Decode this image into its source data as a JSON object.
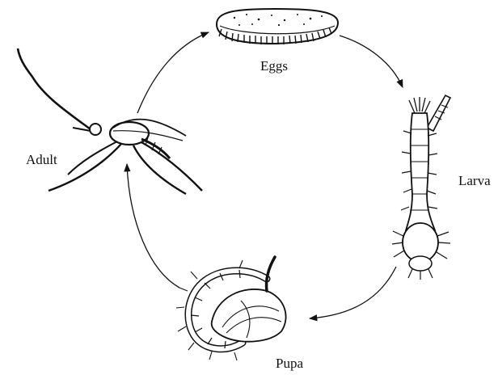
{
  "diagram": {
    "stages": [
      {
        "id": "eggs",
        "label": "Eggs"
      },
      {
        "id": "larva",
        "label": "Larva"
      },
      {
        "id": "pupa",
        "label": "Pupa"
      },
      {
        "id": "adult",
        "label": "Adult"
      }
    ],
    "cycle": [
      "eggs",
      "larva",
      "pupa",
      "adult",
      "eggs"
    ],
    "ink_color": "#111111"
  }
}
